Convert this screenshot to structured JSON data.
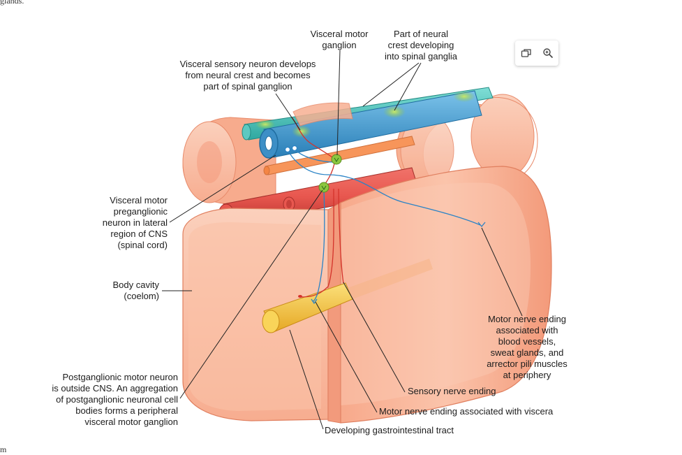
{
  "top_fragment": "glands.",
  "bottom_fragment": "m",
  "toolbar": {
    "icons": [
      "copy-icon",
      "zoom-in-icon"
    ]
  },
  "labels": {
    "visceral_motor_ganglion": "Visceral motor\nganglion",
    "neural_crest_spinal_ganglia": "Part of neural\ncrest developing\ninto spinal ganglia",
    "visceral_sensory_neuron": "Visceral sensory neuron develops\nfrom neural crest and becomes\npart of spinal ganglion",
    "preganglionic": "Visceral motor\npreganglionic\nneuron in lateral\nregion of CNS\n(spinal cord)",
    "body_cavity": "Body cavity\n(coelom)",
    "postganglionic": "Postganglionic motor neuron\nis outside CNS. An aggregation\nof postganglionic neuronal cell\nbodies forms a peripheral\nvisceral motor ganglion",
    "motor_nerve_ending_periphery": "Motor nerve ending\nassociated with\nblood vessels,\nsweat glands, and\narrector pili muscles\nat periphery",
    "sensory_nerve_ending": "Sensory nerve ending",
    "motor_nerve_ending_viscera": "Motor nerve ending associated with viscera",
    "developing_gi_tract": "Developing gastrointestinal tract"
  },
  "colors": {
    "tissue": "#f9b79b",
    "tissue_dark": "#ef8e6f",
    "tissue_light": "#fcd3c0",
    "vessel": "#e8574f",
    "vessel_dark": "#c33b36",
    "tube_blue": "#4aa3d6",
    "tube_teal": "#46c4bd",
    "ganglion_green": "#8cc63f",
    "gut_yellow": "#f6c53e",
    "nerve_red": "#d4332b",
    "nerve_blue": "#2a83c6",
    "leader": "#222222"
  }
}
